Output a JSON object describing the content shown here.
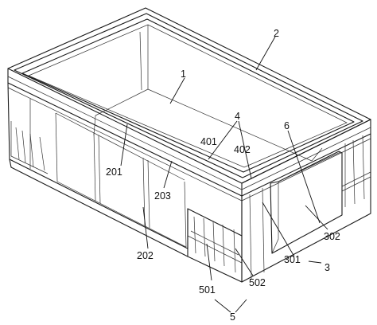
{
  "figure": {
    "labels": [
      {
        "id": "l1",
        "text": "1"
      },
      {
        "id": "l2",
        "text": "2"
      },
      {
        "id": "l4",
        "text": "4"
      },
      {
        "id": "l401",
        "text": "401"
      },
      {
        "id": "l402",
        "text": "402"
      },
      {
        "id": "l6",
        "text": "6"
      },
      {
        "id": "l201",
        "text": "201"
      },
      {
        "id": "l203",
        "text": "203"
      },
      {
        "id": "l202",
        "text": "202"
      },
      {
        "id": "l302",
        "text": "302"
      },
      {
        "id": "l301",
        "text": "301"
      },
      {
        "id": "l3",
        "text": "3"
      },
      {
        "id": "l501",
        "text": "501"
      },
      {
        "id": "l502",
        "text": "502"
      },
      {
        "id": "l5",
        "text": "5"
      }
    ]
  },
  "colors": {
    "line": "#1a1a1a",
    "background": "#ffffff"
  }
}
